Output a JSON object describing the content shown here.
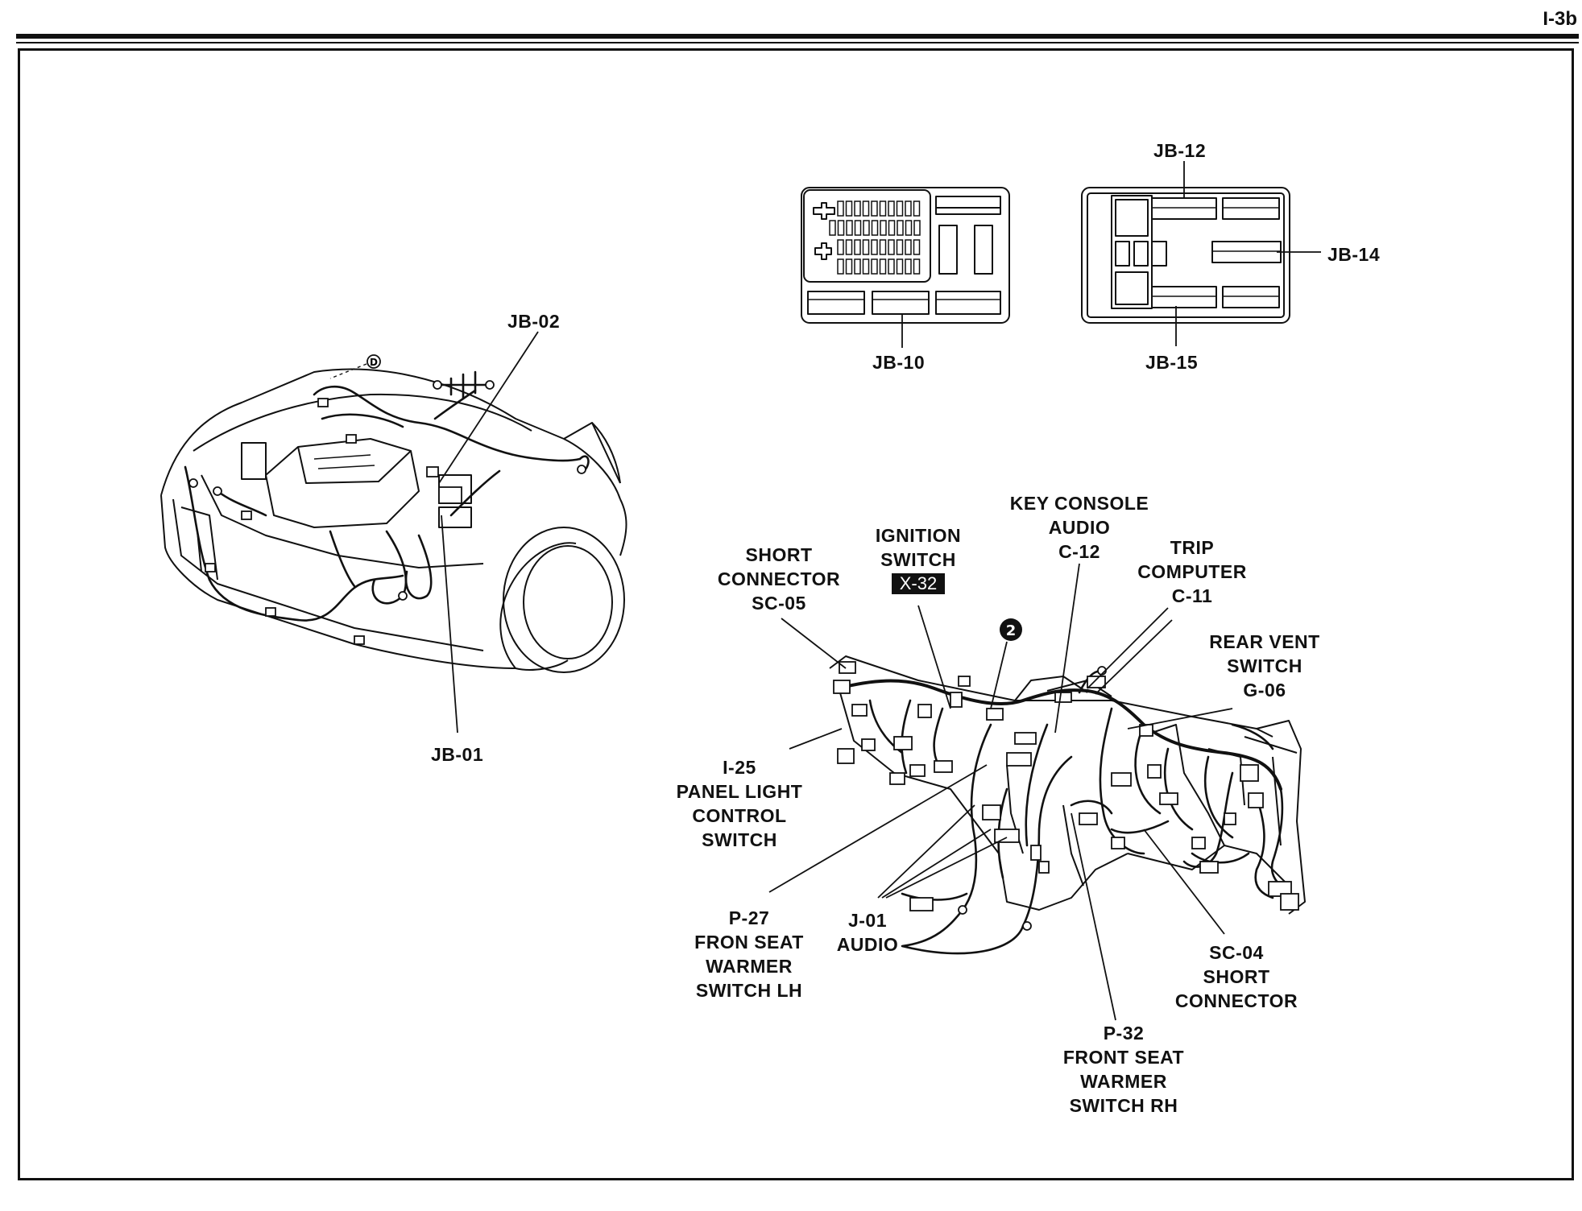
{
  "page": {
    "number": "I-3b"
  },
  "labels": {
    "jb02": "JB-02",
    "jb01": "JB-01",
    "jb10": "JB-10",
    "jb12": "JB-12",
    "jb14": "JB-14",
    "jb15": "JB-15",
    "short_connector_sc05": "SHORT\nCONNECTOR\nSC-05",
    "ignition_switch": "IGNITION\nSWITCH",
    "ignition_switch_badge": "X-32",
    "key_console_audio": "KEY CONSOLE\nAUDIO\nC-12",
    "trip_computer": "TRIP\nCOMPUTER\nC-11",
    "rear_vent_switch": "REAR VENT\nSWITCH\nG-06",
    "panel_light_control": "I-25\nPANEL LIGHT\nCONTROL\nSWITCH",
    "front_seat_warmer_lh": "P-27\nFRON SEAT\nWARMER\nSWITCH LH",
    "audio_j01": "J-01\nAUDIO",
    "front_seat_warmer_rh": "P-32\nFRONT SEAT\nWARMER\nSWITCH RH",
    "short_connector_sc04": "SC-04\nSHORT\nCONNECTOR",
    "ground_symbol": "D",
    "callout_number": "2"
  }
}
